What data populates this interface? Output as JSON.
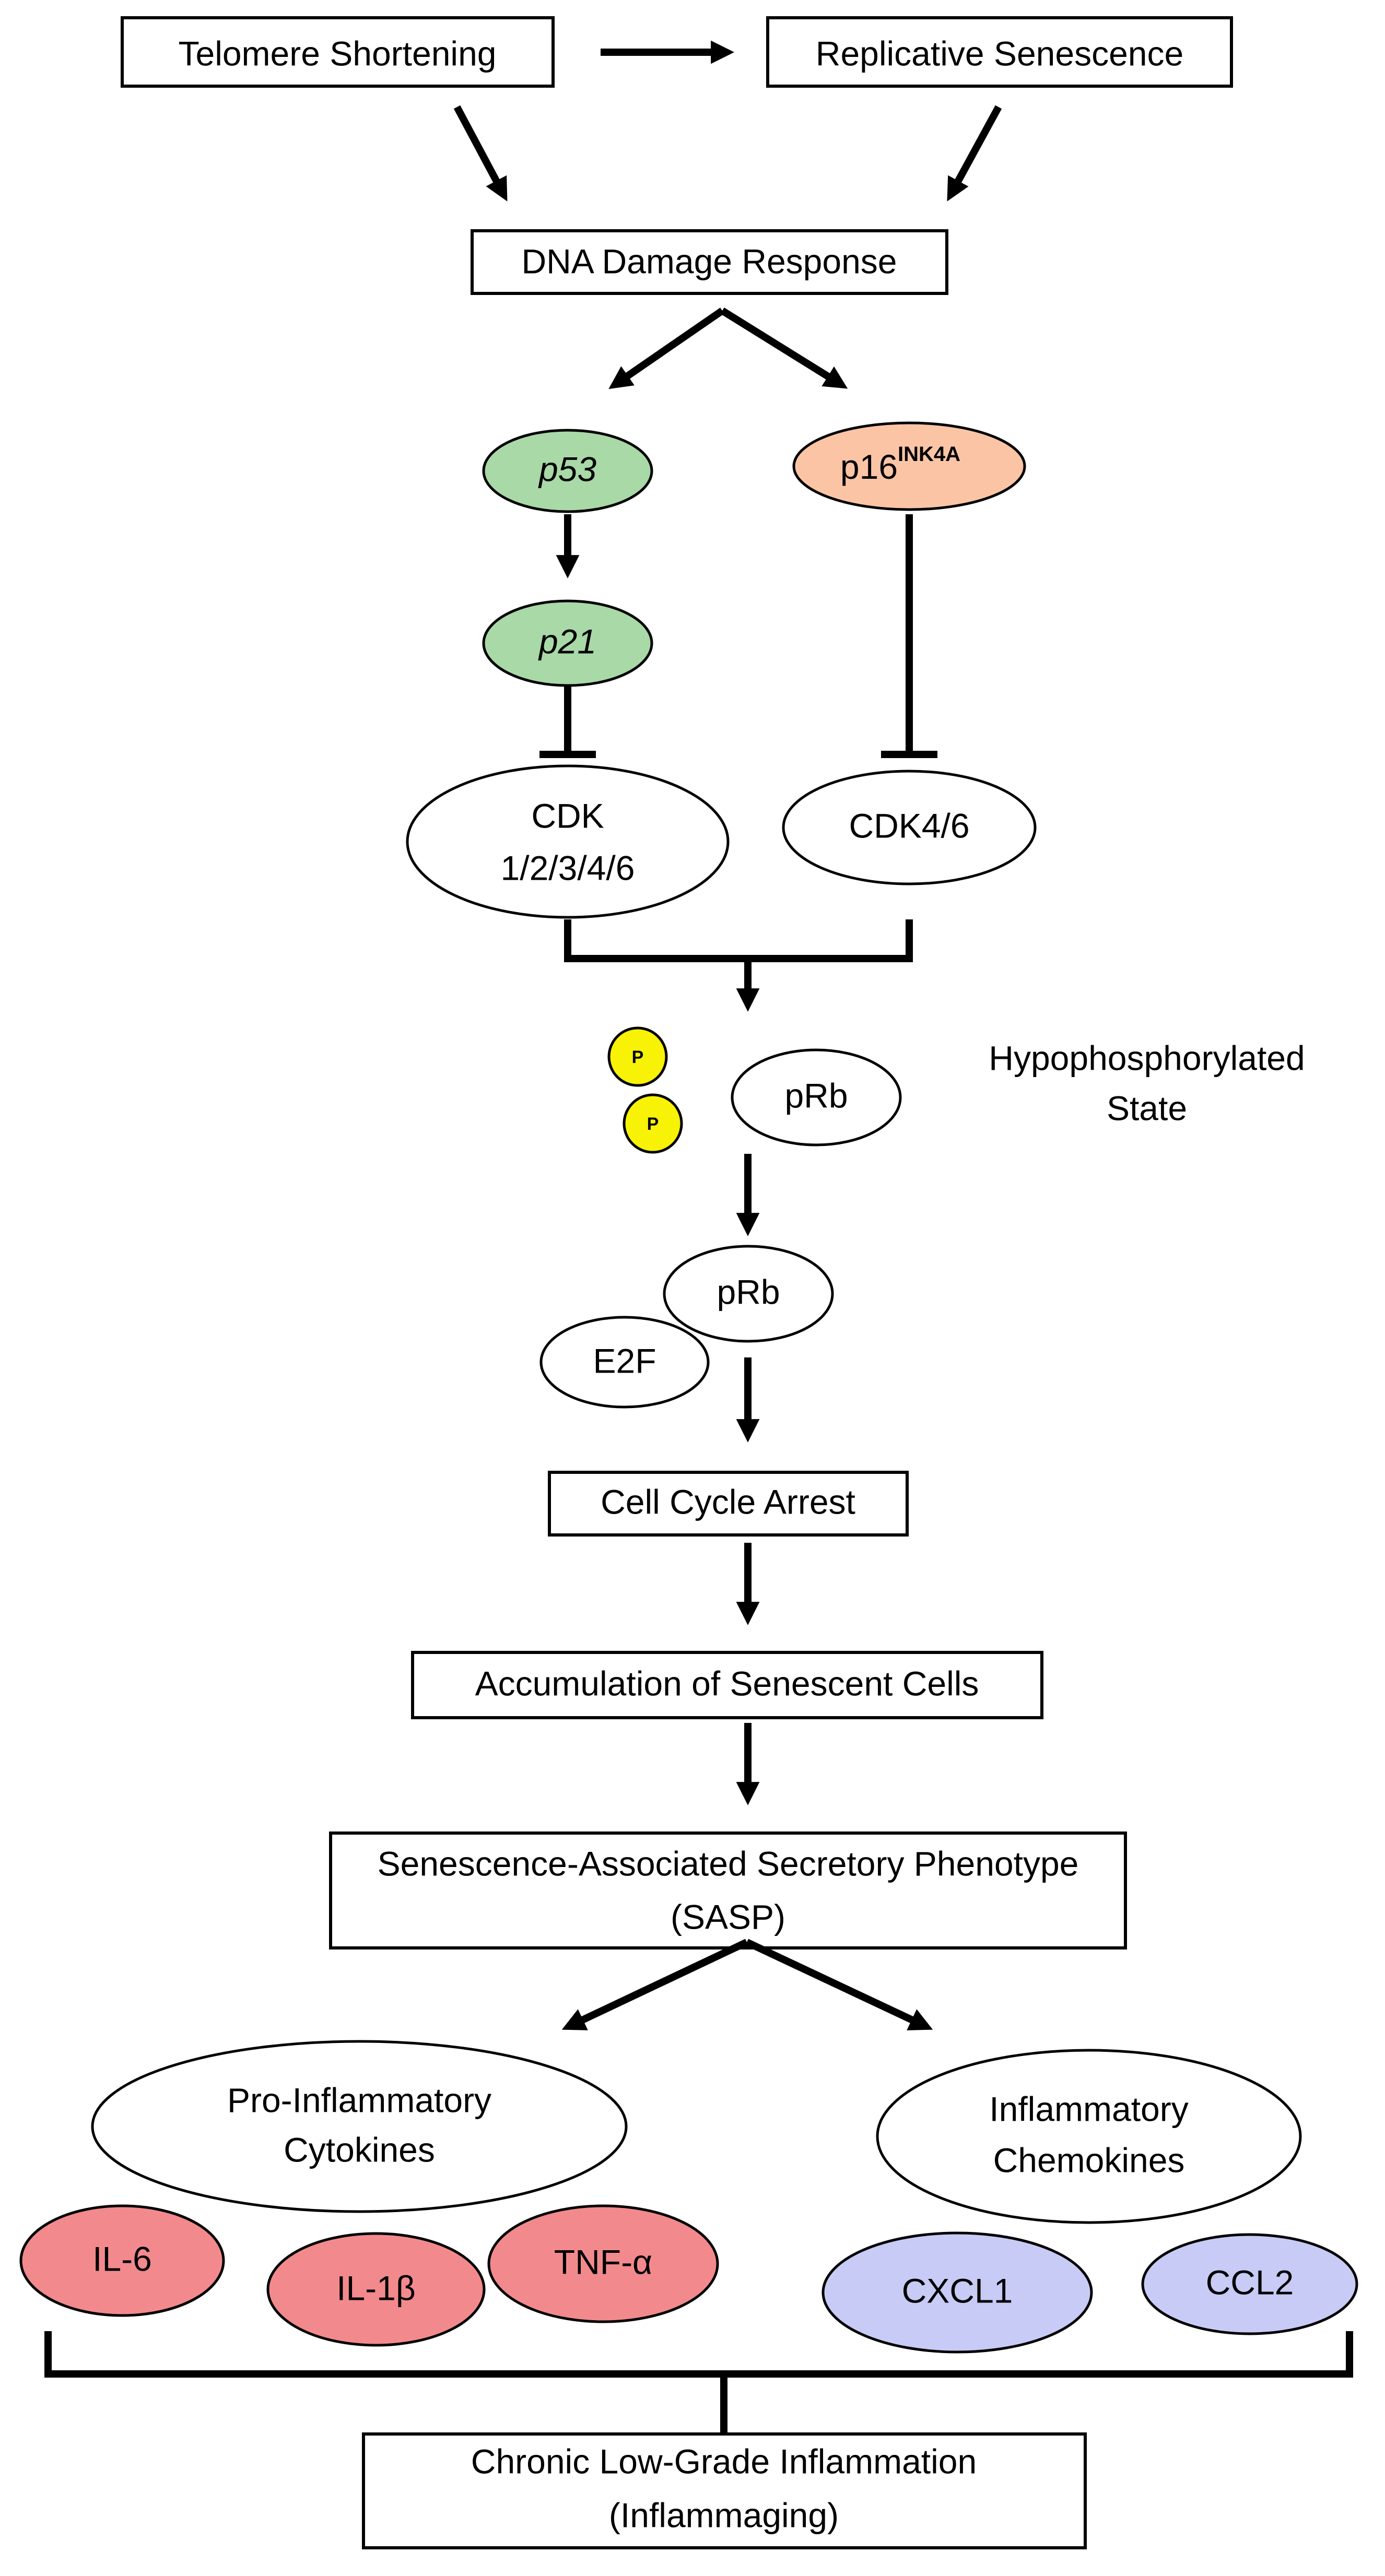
{
  "colors": {
    "green": "#a8d9a7",
    "orange": "#fbc5a5",
    "red": "#f28a8d",
    "lavender": "#c8cbf5",
    "yellow": "#f7f206",
    "white": "#ffffff"
  },
  "nodes": {
    "telomere": "Telomere Shortening",
    "replicative": "Replicative Senescence",
    "ddr": "DNA Damage Response",
    "p53": "p53",
    "p16_base": "p16",
    "p16_sup": "INK4A",
    "p21": "p21",
    "cdk_line1": "CDK",
    "cdk_line2": "1/2/3/4/6",
    "cdk46": "CDK4/6",
    "phos_p": "P",
    "prb_top": "pRb",
    "hypo_line1": "Hypophosphorylated",
    "hypo_line2": "State",
    "prb_bottom": "pRb",
    "e2f": "E2F",
    "arrest": "Cell Cycle Arrest",
    "accumulation": "Accumulation of Senescent Cells",
    "sasp_line1": "Senescence-Associated Secretory Phenotype",
    "sasp_line2": "(SASP)",
    "cyto_line1": "Pro-Inflammatory",
    "cyto_line2": "Cytokines",
    "chemo_line1": "Inflammatory",
    "chemo_line2": "Chemokines",
    "il6": "IL-6",
    "il1b": "IL-1β",
    "tnfa": "TNF-α",
    "cxcl1": "CXCL1",
    "ccl2": "CCL2",
    "chronic_line1": "Chronic Low-Grade Inflammation",
    "chronic_line2": "(Inflammaging)"
  }
}
